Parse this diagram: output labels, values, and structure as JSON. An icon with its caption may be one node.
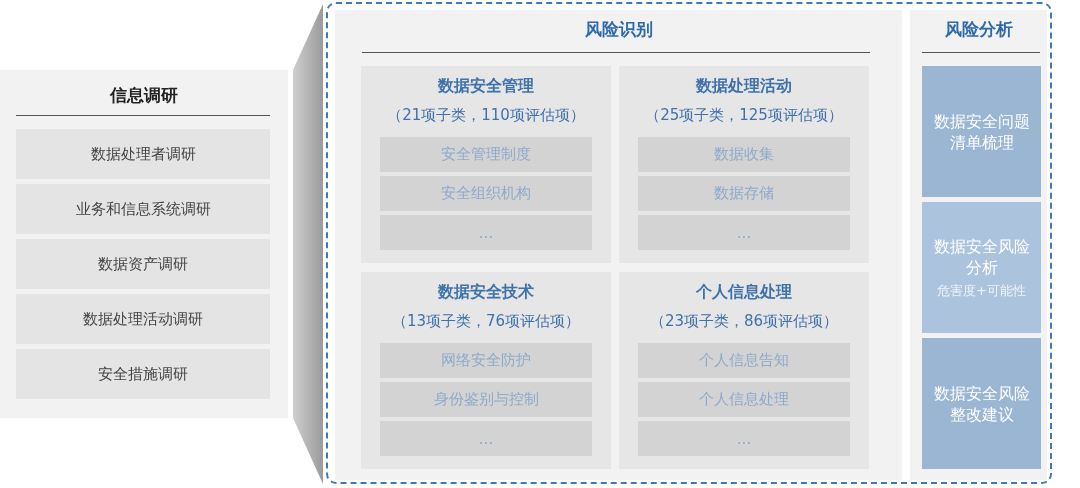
{
  "diagram": {
    "nodes": [
      {
        "text": [
          "信息调研"
        ]
      },
      {
        "text": [
          "数据处理者调研"
        ],
        "in": 0
      },
      {
        "text": [
          "业务和信息系统调研"
        ],
        "in": 0
      },
      {
        "text": [
          "数据资产调研"
        ],
        "in": 0
      },
      {
        "text": [
          "数据处理活动调研"
        ],
        "in": 0
      },
      {
        "text": [
          "安全措施调研"
        ],
        "in": 0
      },
      {
        "text": [],
        "shape": "box"
      },
      {
        "text": [
          "风险识别"
        ],
        "in": 6
      },
      {
        "text": [
          "数据安全管理",
          "（21项子类，110项评估项）"
        ],
        "in": 7
      },
      {
        "text": [
          "安全管理制度"
        ],
        "in": 8
      },
      {
        "text": [
          "安全组织机构"
        ],
        "in": 8
      },
      {
        "text": [
          "..."
        ],
        "in": 8
      },
      {
        "text": [
          "数据处理活动",
          "（25项子类，125项评估项）"
        ],
        "in": 7
      },
      {
        "text": [
          "数据收集"
        ],
        "in": 12
      },
      {
        "text": [
          "数据存储"
        ],
        "in": 12
      },
      {
        "text": [
          "..."
        ],
        "in": 12
      },
      {
        "text": [
          "数据安全技术",
          "（13项子类，76项评估项）"
        ],
        "in": 7
      },
      {
        "text": [
          "网络安全防护"
        ],
        "in": 16
      },
      {
        "text": [
          "身份鉴别与控制"
        ],
        "in": 16
      },
      {
        "text": [
          "..."
        ],
        "in": 16
      },
      {
        "text": [
          "个人信息处理",
          "（23项子类，86项评估项）"
        ],
        "in": 7
      },
      {
        "text": [
          "个人信息告知"
        ],
        "in": 20
      },
      {
        "text": [
          "个人信息处理"
        ],
        "in": 20
      },
      {
        "text": [
          "..."
        ],
        "in": 20
      },
      {
        "text": [
          "风险分析"
        ],
        "in": 6
      },
      {
        "text": [
          "数据安全问题清单梳理"
        ],
        "in": 24
      },
      {
        "text": [
          "数据安全风险分析",
          "危害度+可能性"
        ],
        "in": 24
      },
      {
        "text": [
          "数据安全风险整改建议"
        ],
        "in": 24
      }
    ]
  }
}
